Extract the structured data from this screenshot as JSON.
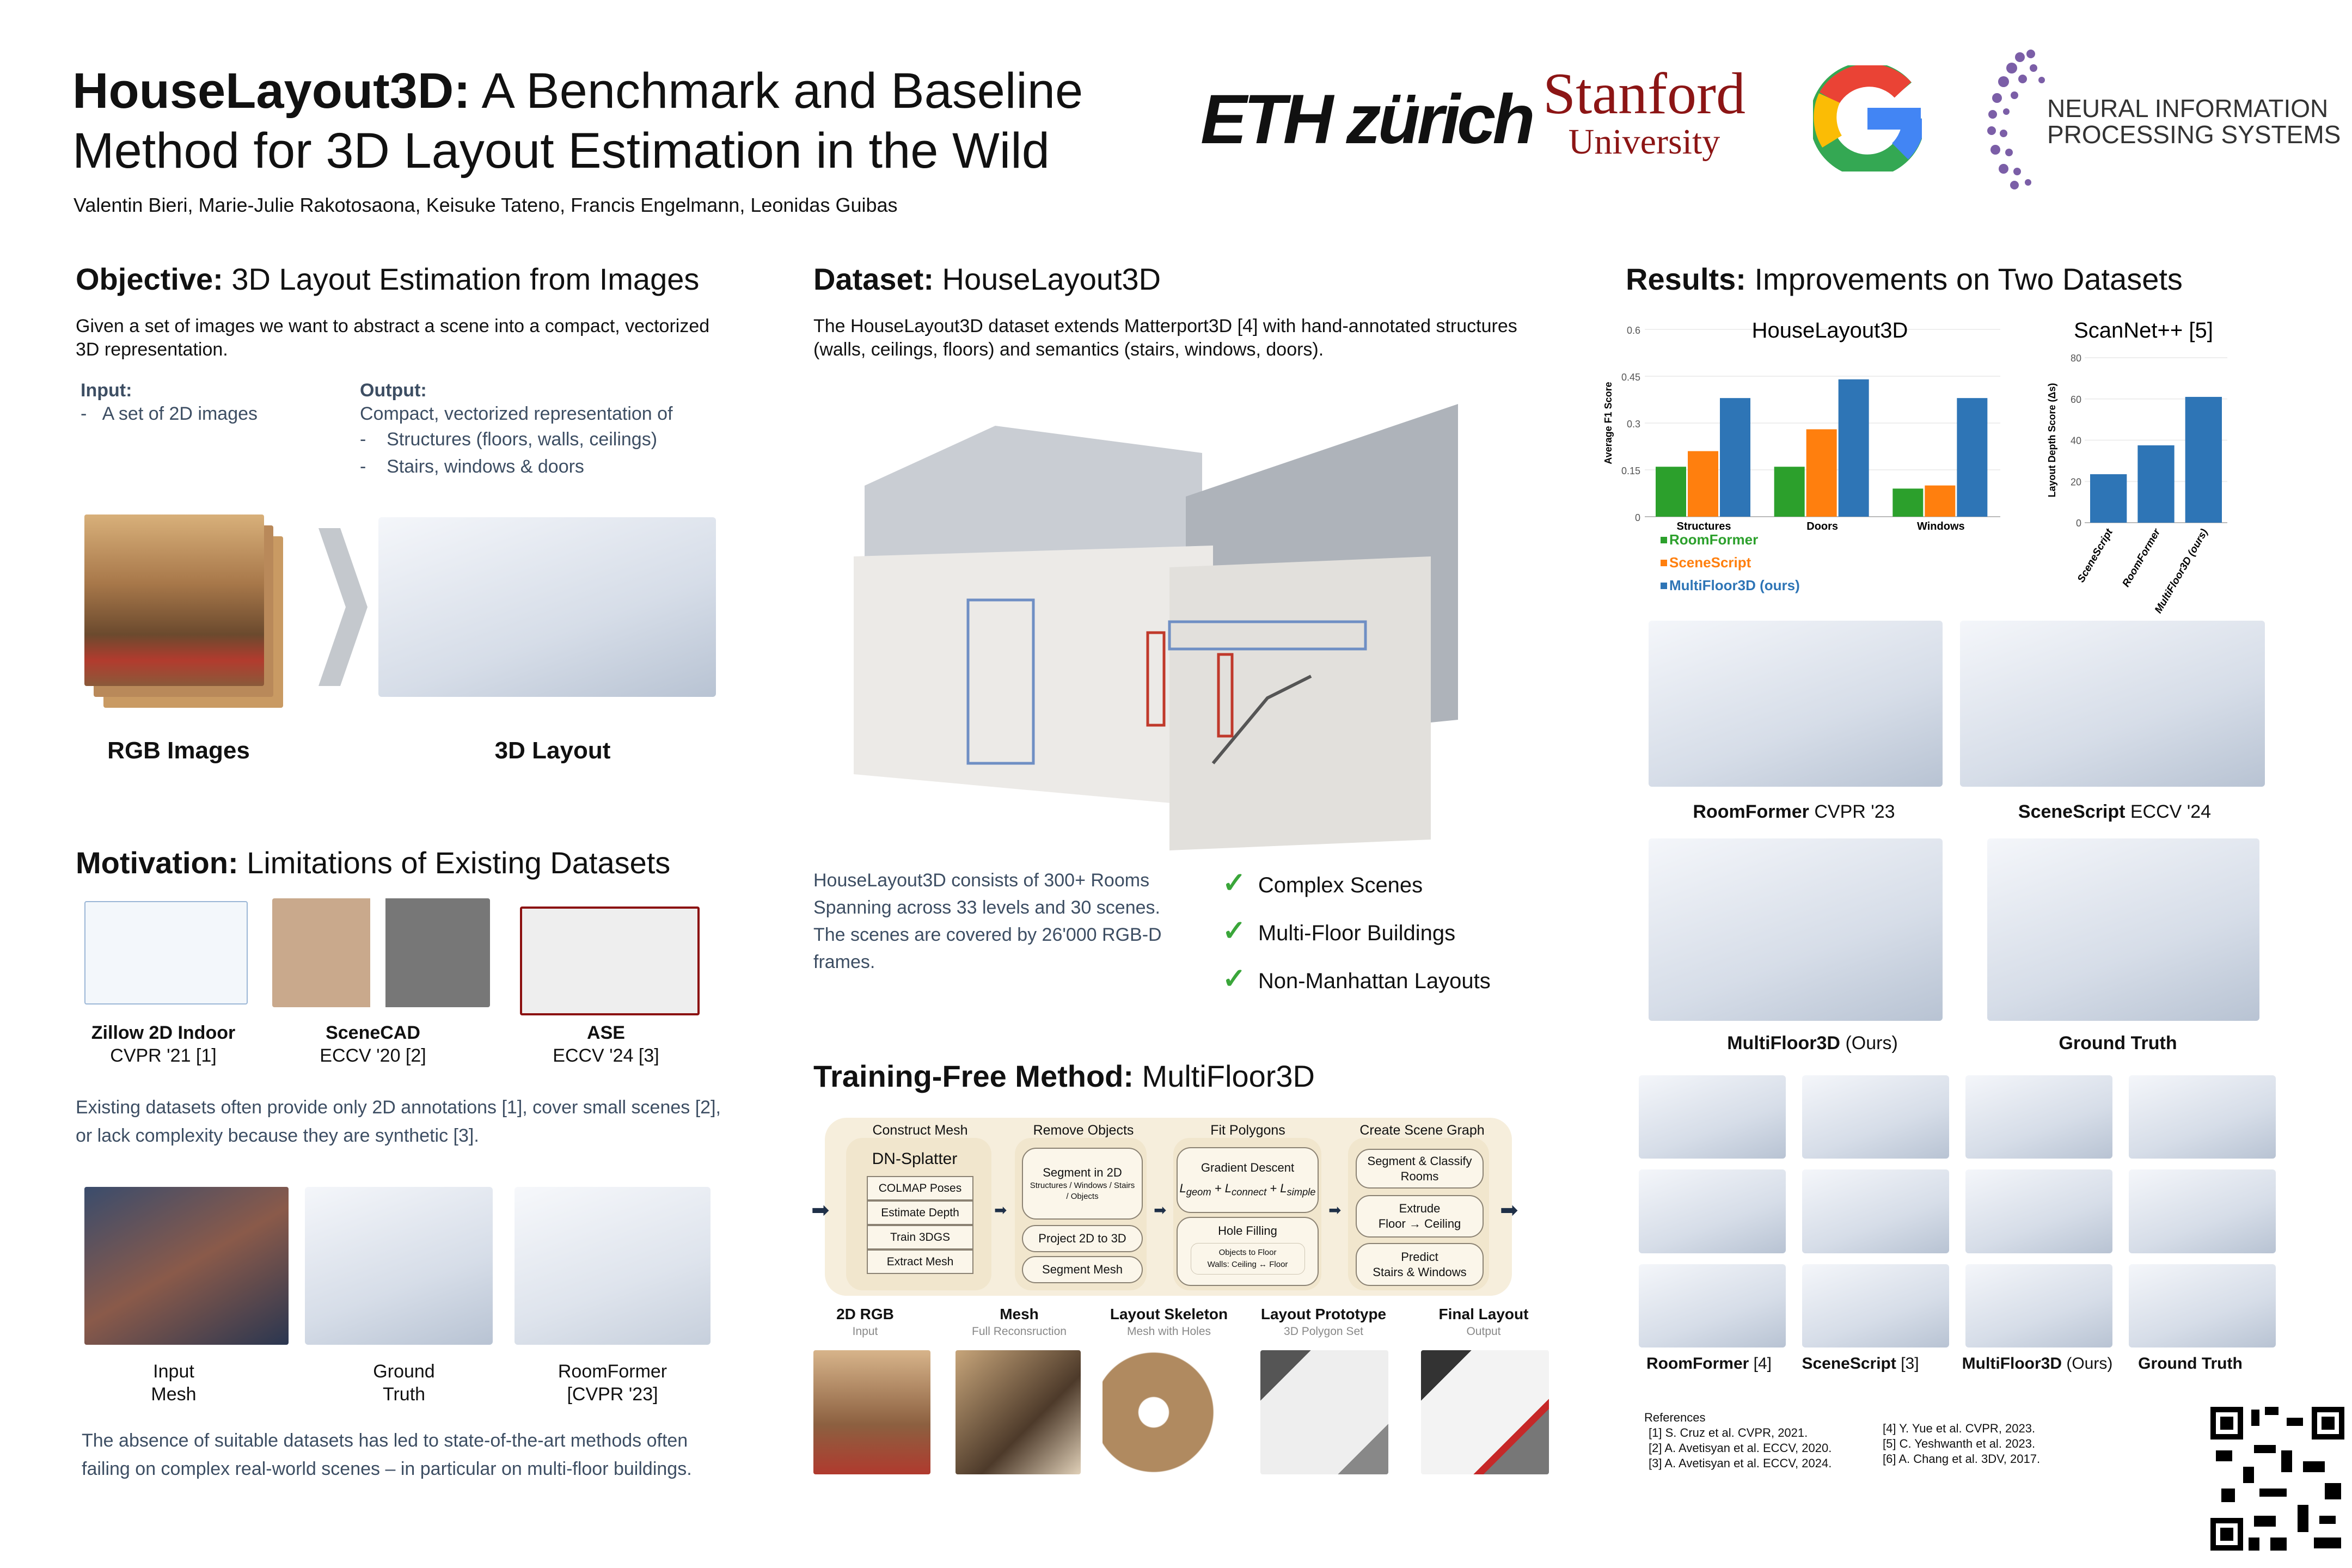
{
  "header": {
    "title_bold": "HouseLayout3D:",
    "title_rest_line1": " A Benchmark and Baseline",
    "title_line2": "Method for 3D Layout Estimation in the Wild",
    "authors": "Valentin Bieri, Marie-Julie Rakotosaona, Keisuke Tateno, Francis Engelmann, Leonidas Guibas",
    "logos": {
      "eth": "ETH zürich",
      "stanford_top": "Stanford",
      "stanford_bottom": "University",
      "google": "G",
      "neurips_line1": "NEURAL INFORMATION",
      "neurips_line2": "PROCESSING SYSTEMS"
    }
  },
  "objective": {
    "heading_bold": "Objective:",
    "heading_rest": " 3D Layout Estimation from Images",
    "text": "Given a set of images we want to abstract a scene into a compact, vectorized 3D representation.",
    "input_label": "Input:",
    "input_items": [
      "A set of 2D images"
    ],
    "output_label": "Output:",
    "output_text": "Compact, vectorized representation of",
    "output_items": [
      "Structures (floors, walls, ceilings)",
      "Stairs, windows & doors"
    ],
    "rgb_label": "RGB Images",
    "layout_label": "3D Layout"
  },
  "motivation": {
    "heading_bold": "Motivation:",
    "heading_rest": " Limitations of Existing Datasets",
    "datasets": [
      {
        "name": "Zillow 2D Indoor",
        "venue": "CVPR '21 [1]"
      },
      {
        "name": "SceneCAD",
        "venue": "ECCV '20 [2]"
      },
      {
        "name": "ASE",
        "venue": "ECCV '24 [3]"
      }
    ],
    "text1": "Existing datasets often provide only 2D annotations [1], cover small scenes [2], or lack complexity because they are synthetic [3].",
    "comparisons": [
      {
        "line1": "Input",
        "line2": "Mesh"
      },
      {
        "line1": "Ground",
        "line2": "Truth"
      },
      {
        "line1": "RoomFormer",
        "line2": "[CVPR '23]"
      }
    ],
    "text2": "The absence of suitable datasets has led to state-of-the-art methods often failing on complex real-world scenes – in particular on multi-floor buildings."
  },
  "dataset": {
    "heading_bold": "Dataset:",
    "heading_rest": " HouseLayout3D",
    "text": "The HouseLayout3D dataset extends Matterport3D [4] with hand-annotated structures (walls, ceilings, floors) and semantics (stairs, windows, doors).",
    "stats": [
      "HouseLayout3D consists of 300+ Rooms",
      "Spanning across 33 levels and 30 scenes.",
      "The scenes are covered by 26'000 RGB-D",
      "frames."
    ],
    "features": [
      "Complex Scenes",
      "Multi-Floor Buildings",
      "Non-Manhattan Layouts"
    ]
  },
  "method": {
    "heading_bold": "Training-Free Method:",
    "heading_rest": " MultiFloor3D",
    "stages": [
      {
        "title": "Construct Mesh",
        "main": "DN-Splatter",
        "steps": [
          "COLMAP Poses",
          "Estimate Depth",
          "Train 3DGS",
          "Extract Mesh"
        ]
      },
      {
        "title": "Remove Objects",
        "box1": "Segment in 2D",
        "box1_sub": "Structures / Windows / Stairs / Objects",
        "box2": "Project 2D to 3D",
        "box3": "Segment Mesh"
      },
      {
        "title": "Fit Polygons",
        "box1": "Gradient Descent",
        "loss": [
          "L",
          "geom",
          " + L",
          "connect",
          " + L",
          "simple"
        ],
        "box2": "Hole Filling",
        "box2_sub1": "Objects to Floor",
        "box2_sub2": "Walls: Ceiling ↔ Floor"
      },
      {
        "title": "Create Scene Graph",
        "box1": "Segment & Classify Rooms",
        "box2_l1": "Extrude",
        "box2_l2": "Floor → Ceiling",
        "box3_l1": "Predict",
        "box3_l2": "Stairs & Windows"
      }
    ],
    "outputs": [
      {
        "title": "2D RGB",
        "sub": "Input"
      },
      {
        "title": "Mesh",
        "sub": "Full Reconsruction"
      },
      {
        "title": "Layout Skeleton",
        "sub": "Mesh with Holes"
      },
      {
        "title": "Layout Prototype",
        "sub": "3D Polygon Set"
      },
      {
        "title": "Final Layout",
        "sub": "Output"
      }
    ]
  },
  "results": {
    "heading_bold": "Results:",
    "heading_rest": " Improvements on Two Datasets",
    "qual_labels": [
      {
        "bold": "RoomFormer",
        "rest": " CVPR '23"
      },
      {
        "bold": "SceneScript",
        "rest": " ECCV '24"
      },
      {
        "bold": "MultiFloor3D",
        "rest": " (Ours)"
      },
      {
        "bold": "Ground Truth",
        "rest": ""
      }
    ],
    "grid_labels": [
      {
        "bold": "RoomFormer",
        "rest": " [4]"
      },
      {
        "bold": "SceneScript",
        "rest": " [3]"
      },
      {
        "bold": "MultiFloor3D",
        "rest": " (Ours)"
      },
      {
        "bold": "Ground Truth",
        "rest": ""
      }
    ]
  },
  "references": {
    "title": "References",
    "items": [
      "[1] S. Cruz et al. CVPR, 2021.",
      "[2] A. Avetisyan et al. ECCV, 2020.",
      "[3] A. Avetisyan et al. ECCV, 2024.",
      "[4] Y. Yue et al. CVPR, 2023.",
      "[5] C. Yeshwanth et al. 2023.",
      "[6] A. Chang et al. 3DV, 2017."
    ]
  },
  "colors": {
    "roomformer": "#2ca02c",
    "scenescript": "#ff7f0e",
    "multifloor": "#2e75b6",
    "stanford": "#8c1515",
    "neurips": "#7b5ea7"
  },
  "chart_data": [
    {
      "type": "bar",
      "title": "HouseLayout3D",
      "ylabel": "Average F1 Score",
      "xlabel": "",
      "categories": [
        "Structures",
        "Doors",
        "Windows"
      ],
      "series": [
        {
          "name": "RoomFormer",
          "values": [
            0.16,
            0.16,
            0.09
          ]
        },
        {
          "name": "SceneScript",
          "values": [
            0.21,
            0.28,
            0.1
          ]
        },
        {
          "name": "MultiFloor3D (ours)",
          "values": [
            0.38,
            0.44,
            0.38
          ]
        }
      ],
      "ylim": [
        0,
        0.6
      ],
      "yticks": [
        "0",
        "0.15",
        "0.3",
        "0.45",
        "0.6"
      ],
      "grid": true,
      "legend": "bottom-left"
    },
    {
      "type": "bar",
      "title": "ScanNet++ [5]",
      "ylabel": "Layout Depth Score (Δs)",
      "categories": [
        "SceneScript",
        "RoomFormer",
        "MultiFloor3D (ours)"
      ],
      "values": [
        23.5,
        37.5,
        61
      ],
      "ylim": [
        0,
        80
      ],
      "yticks": [
        "0",
        "20",
        "40",
        "60",
        "80"
      ],
      "grid": true
    }
  ]
}
